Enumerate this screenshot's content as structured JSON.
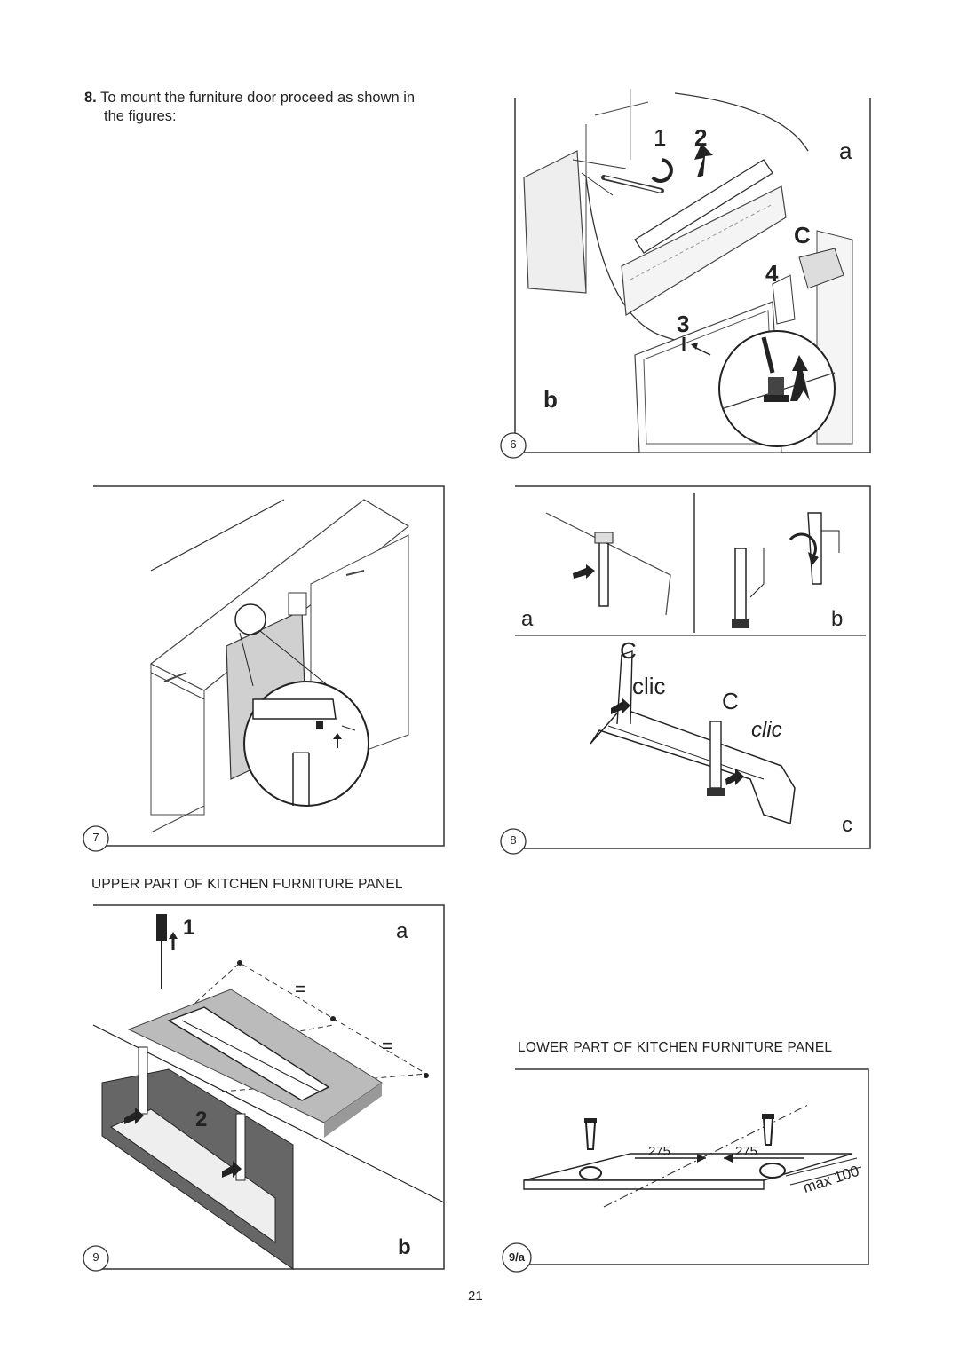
{
  "intro": {
    "step_number": "8.",
    "text_line1": "To mount the furniture door proceed as shown in",
    "text_line2": "the figures:"
  },
  "fig6": {
    "number": "6",
    "labels": {
      "one": "1",
      "two": "2",
      "a": "a",
      "C": "C",
      "four": "4",
      "three": "3",
      "b": "b"
    }
  },
  "fig7": {
    "number": "7"
  },
  "fig8": {
    "number": "8",
    "labels": {
      "a": "a",
      "b": "b",
      "C1": "C",
      "clic1": "clic",
      "C2": "C",
      "clic2": "clic",
      "c": "c"
    }
  },
  "caption_upper": "UPPER PART OF KITCHEN FURNITURE PANEL",
  "caption_lower": "LOWER PART OF KITCHEN FURNITURE PANEL",
  "fig9": {
    "number": "9",
    "labels": {
      "one": "1",
      "a": "a",
      "two": "2",
      "b": "b",
      "eq1": "=",
      "eq2": "="
    }
  },
  "fig9a": {
    "number": "9/a",
    "labels": {
      "d1": "275",
      "d2": "275",
      "max": "max 100"
    }
  },
  "page_number": "21"
}
